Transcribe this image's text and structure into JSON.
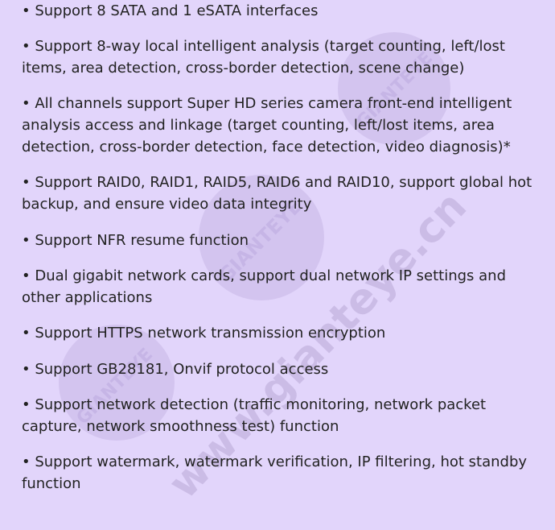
{
  "watermark": {
    "text": "www.gianteye.cn",
    "logo_text": "GIANTEYE",
    "color": "#cbbce6"
  },
  "features": [
    "• Support 8 SATA and 1 eSATA interfaces",
    "• Support 8-way local intelligent analysis (target counting, left/lost items, area detection, cross-border detection, scene change)",
    "• All channels support Super HD series camera front-end intelligent analysis access and linkage (target counting, left/lost items, area detection, cross-border detection, face detection, video diagnosis)*",
    "• Support RAID0, RAID1, RAID5, RAID6 and RAID10, support global hot backup, and ensure video data integrity",
    "• Support NFR resume function",
    "• Dual gigabit network cards, support dual network IP settings and other applications",
    "• Support HTTPS network transmission encryption",
    "• Support GB28181, Onvif protocol access",
    "• Support network detection (traffic monitoring, network packet capture, network smoothness test) function",
    "• Support watermark, watermark verification, IP filtering, hot standby function"
  ]
}
